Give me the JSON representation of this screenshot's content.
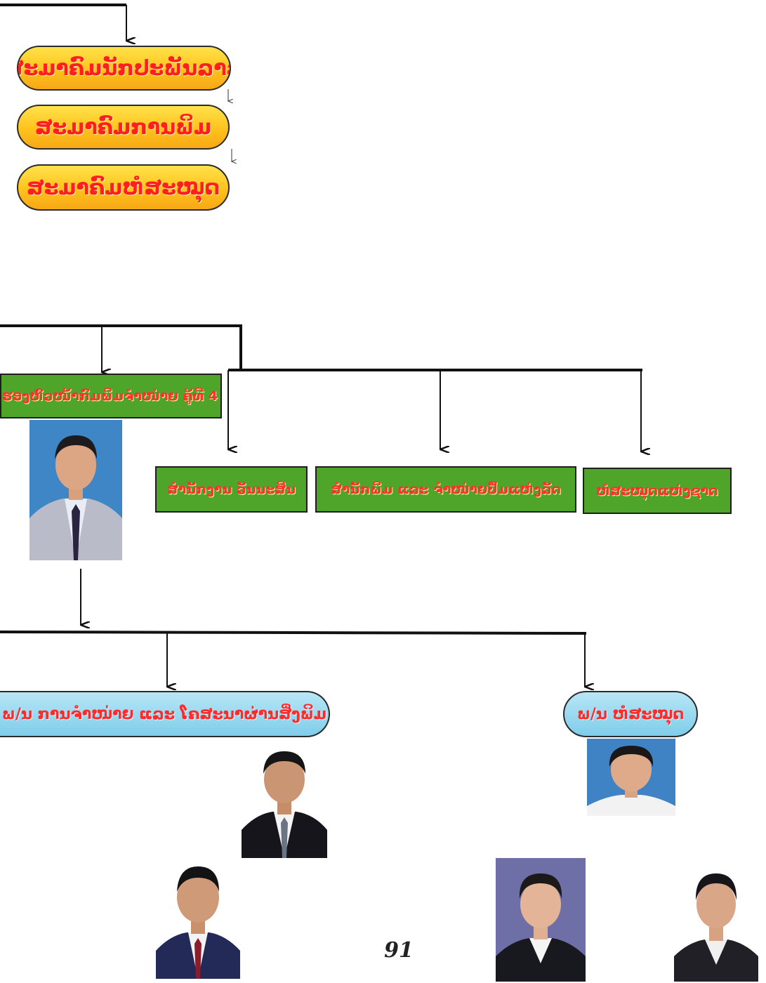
{
  "associations": [
    "ສະມາຄົມນັກປະພັນລາວ",
    "ສະມາຄົມການພິມ",
    "ສະມາຄົມຫໍສະໝຸດ"
  ],
  "deputy_box": "ຮອງຫົວໜ້າກົມພິມຈໍາໜ່າຍ ຄູ້ທີ 4",
  "units": [
    "ສໍານັກງານ ວັນນະສິນ",
    "ສໍານັກພິມ ແລະ ຈໍາໜ່າຍປຶ້ມແຫ່ງລັດ",
    "ຫໍສະໝຸດແຫ່ງຊາດ"
  ],
  "divisions": [
    "ພ/ນ ການຈໍາໜ່າຍ ແລະ ໂຄສະນາຜ່ານສິ່ງພິມ",
    "ພ/ນ ຫໍສະໝຸດ"
  ],
  "page_number": "91",
  "colors": {
    "pill_orange": "#ffc21c",
    "pill_blue": "#7fcdea",
    "box_green": "#4fa52a",
    "label_red": "#ff1f1f",
    "line_black": "#111111"
  }
}
